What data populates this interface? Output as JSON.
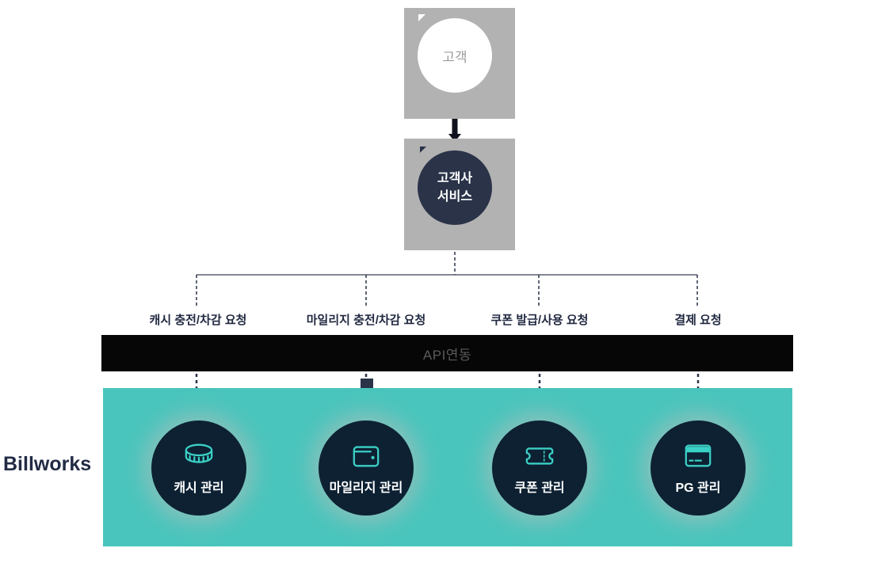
{
  "brand": {
    "label": "Billworks"
  },
  "flow": {
    "customer": {
      "label": "고객"
    },
    "service": {
      "line1": "고객사",
      "line2": "서비스"
    },
    "requests": [
      {
        "label": "캐시 충전/차감 요청"
      },
      {
        "label": "마일리지 충전/차감 요청"
      },
      {
        "label": "쿠폰 발급/사용 요청"
      },
      {
        "label": "결제 요청"
      }
    ],
    "api_bar": {
      "label": "API연동"
    },
    "modules": [
      {
        "label": "캐시 관리",
        "icon": "coin-icon"
      },
      {
        "label": "마일리지 관리",
        "icon": "wallet-icon"
      },
      {
        "label": "쿠폰 관리",
        "icon": "ticket-icon"
      },
      {
        "label": "PG 관리",
        "icon": "credit-card-icon"
      }
    ]
  },
  "colors": {
    "teal_panel": "#4ac5bd",
    "icon_teal": "#3bd0c5",
    "module_circle": "#0d2133",
    "slate_navy": "#2b3349",
    "gray_box": "#b2b2b2",
    "api_bar_bg": "#060606",
    "api_bar_text": "#5a5a5a",
    "label_navy": "#222a42"
  }
}
